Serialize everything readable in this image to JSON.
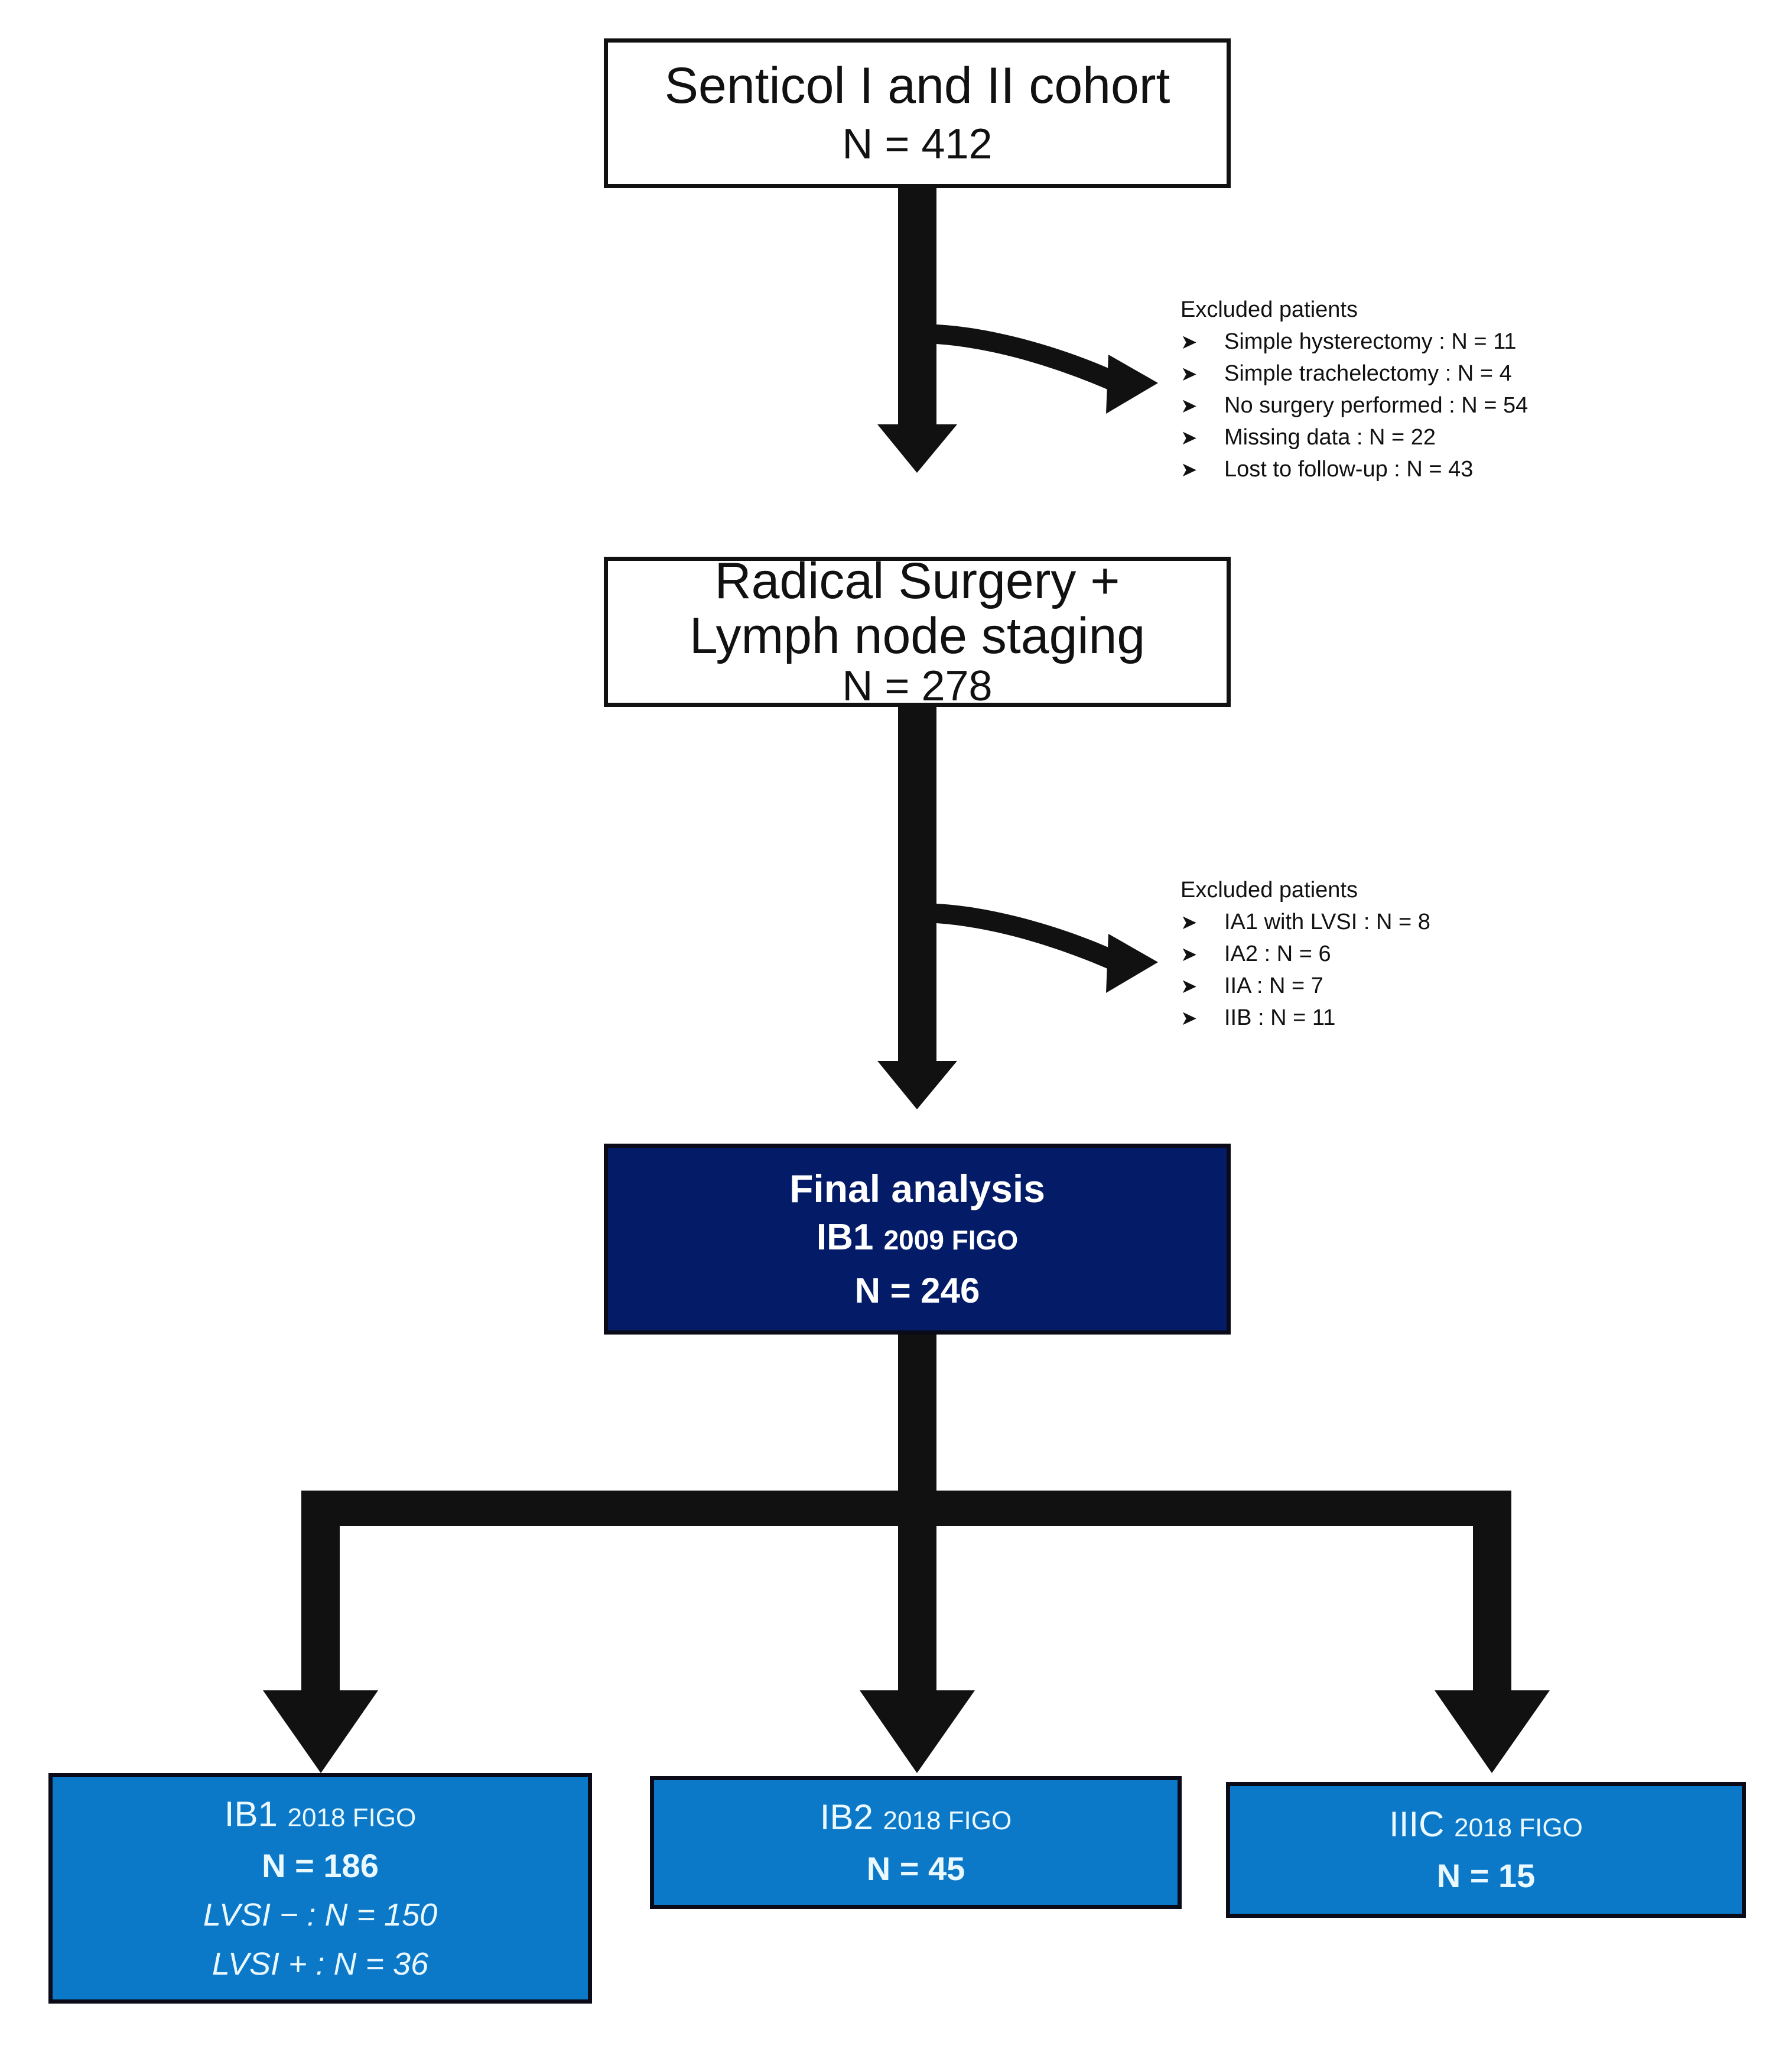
{
  "nodes": {
    "cohort": {
      "title": "Senticol I and II cohort",
      "n": "N = 412"
    },
    "surgery": {
      "line1": "Radical Surgery +",
      "line2": "Lymph node staging",
      "n": "N = 278"
    },
    "final": {
      "heading": "Final analysis",
      "stage": "IB1",
      "figo": "2009 FIGO",
      "n": "N = 246"
    },
    "ib1_2018": {
      "stage": "IB1",
      "figo": "2018 FIGO",
      "n": "N = 186",
      "lvsi_neg": "LVSI − : N = 150",
      "lvsi_pos": "LVSI + : N = 36"
    },
    "ib2_2018": {
      "stage": "IB2",
      "figo": "2018 FIGO",
      "n": "N = 45"
    },
    "iiic_2018": {
      "stage": "IIIC",
      "figo": "2018 FIGO",
      "n": "N = 15"
    }
  },
  "exclusions": {
    "first": {
      "title": "Excluded patients",
      "bullet": "➤",
      "items": [
        "Simple hysterectomy : N = 11",
        "Simple trachelectomy : N = 4",
        "No surgery performed : N = 54",
        "Missing data : N = 22",
        "Lost to follow-up : N = 43"
      ]
    },
    "second": {
      "title": "Excluded patients",
      "bullet": "➤",
      "items": [
        "IA1 with LVSI : N = 8",
        "IA2 : N = 6",
        "IIA : N = 7",
        "IIB : N = 11"
      ]
    }
  },
  "colors": {
    "navy": "#041c68",
    "blue": "#0c79c8",
    "stroke": "#111111",
    "box_text_light": "#eaf8ff",
    "white": "#ffffff"
  }
}
